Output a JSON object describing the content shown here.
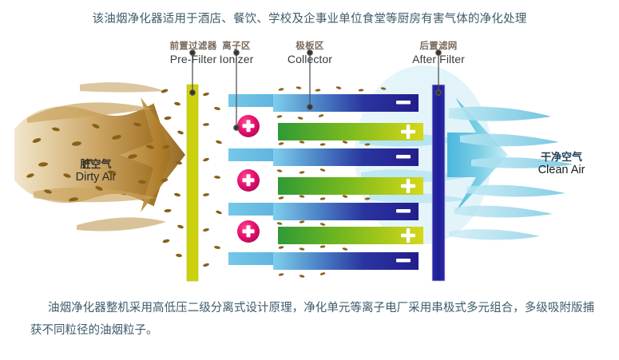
{
  "header": {
    "title": "该油烟净化器适用于酒店、餐饮、学校及企事业单位食堂等厨房有害气体的净化处理",
    "title_color": "#3e5b6b"
  },
  "diagram": {
    "components": [
      {
        "id": "pre-filter",
        "cn": "前置过滤器",
        "en": "Pre-Filter",
        "color": "#ccd10e"
      },
      {
        "id": "ionizer",
        "cn": "离子区",
        "en": "Ionizer",
        "color": "#4fa8d8"
      },
      {
        "id": "collector",
        "cn": "极板区",
        "en": "Collector",
        "color": "#2a2f92"
      },
      {
        "id": "after-filter",
        "cn": "后置滤网",
        "en": "After Filter",
        "color": "#1f1f9e"
      }
    ],
    "air_streams": [
      {
        "id": "dirty-air",
        "cn": "脏空气",
        "en": "Dirty Air",
        "color": "#b5853a"
      },
      {
        "id": "clean-air",
        "cn": "干净空气",
        "en": "Clean Air",
        "color": "#5bb8d8"
      }
    ],
    "ionizer": {
      "bar_count": 4,
      "electrode_count": 3,
      "electrode_symbol": "+",
      "electrode_color": "#e3106a",
      "bar_gradient": [
        "#6ec4e6",
        "#2a3f9e"
      ]
    },
    "collector": {
      "negative_plate_count": 4,
      "positive_plate_count": 3,
      "negative_symbol": "−",
      "positive_symbol": "+",
      "negative_gradient": [
        "#6ec4e6",
        "#25218c"
      ],
      "positive_gradient": [
        "#3ba03b",
        "#d2d616"
      ]
    },
    "pointer_color": "#555555"
  },
  "footer": {
    "paragraph_line1": "油烟净化器整机采用高低压二级分离式设计原理，净化单元等离子电厂采用串极式多元组合，多级",
    "paragraph_line2": "吸附版捕获不同粒径的油烟粒子。",
    "color": "#3e5b6b"
  }
}
